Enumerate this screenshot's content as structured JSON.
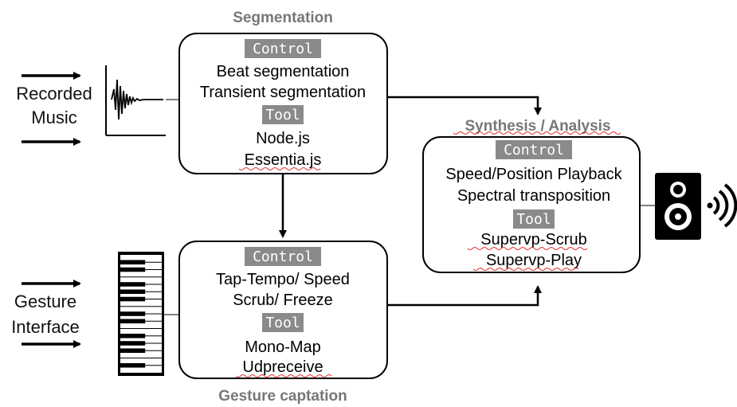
{
  "inputs": {
    "recorded_music": {
      "line1": "Recorded",
      "line2": "Music"
    },
    "gesture_interface": {
      "line1": "Gesture",
      "line2": "Interface"
    }
  },
  "blocks": {
    "segmentation": {
      "title": "Segmentation",
      "control_tag": "Control",
      "controls": [
        "Beat segmentation",
        "Transient segmentation"
      ],
      "tool_tag": "Tool",
      "tools": [
        "Node.js",
        "Essentia.js"
      ]
    },
    "gesture_captation": {
      "title": "Gesture captation",
      "control_tag": "Control",
      "controls": [
        "Tap-Tempo/ Speed",
        "Scrub/ Freeze"
      ],
      "tool_tag": "Tool",
      "tools": [
        "Mono-Map",
        "Udpreceive"
      ]
    },
    "synthesis_analysis": {
      "title": "Synthesis / Analysis",
      "control_tag": "Control",
      "controls": [
        "Speed/Position Playback",
        "Spectral transposition"
      ],
      "tool_tag": "Tool",
      "tools": [
        "Supervp-Scrub",
        "Supervp-Play"
      ]
    }
  },
  "colors": {
    "tag_bg": "#8a8a8a",
    "tag_text": "#ffffff",
    "title_text": "#777777",
    "line": "#000000",
    "spell_underline": "#e03030"
  },
  "icons": [
    "waveform-icon",
    "piano-keyboard-icon",
    "speaker-icon",
    "sound-waves-icon"
  ]
}
